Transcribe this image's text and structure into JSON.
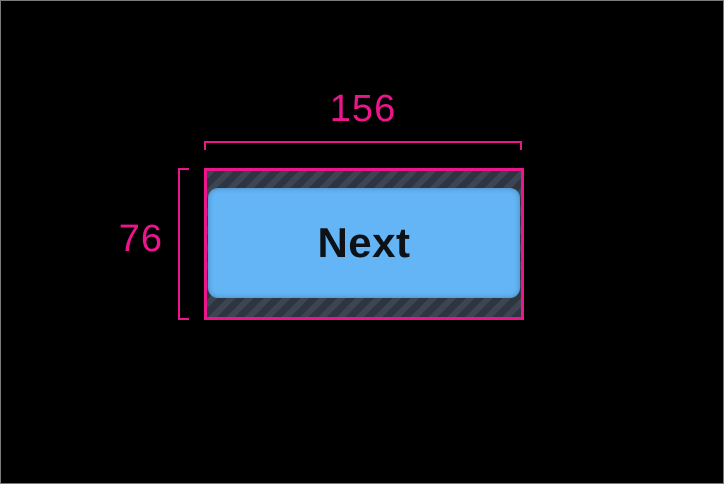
{
  "screen": {
    "background": "#000000",
    "border_color": "#7a7a7a"
  },
  "measurement_overlay": {
    "color": "#EC158B",
    "width_label": "156",
    "height_label": "76",
    "tap_target": {
      "hatch_base_color": "#3D4553",
      "hatch_stripe_color": "#2E3440"
    }
  },
  "button": {
    "label": "Next",
    "fill_color": "#64B5F6",
    "text_color": "#0E1116"
  },
  "colors": {
    "annotation-pink": "#EC158B",
    "button-blue": "#64B5F6",
    "button-text": "#0E1116",
    "hatch-base": "#3D4553",
    "hatch-stripe": "#2E3440",
    "screen-bg": "#000000",
    "screen-border": "#7a7a7a"
  }
}
